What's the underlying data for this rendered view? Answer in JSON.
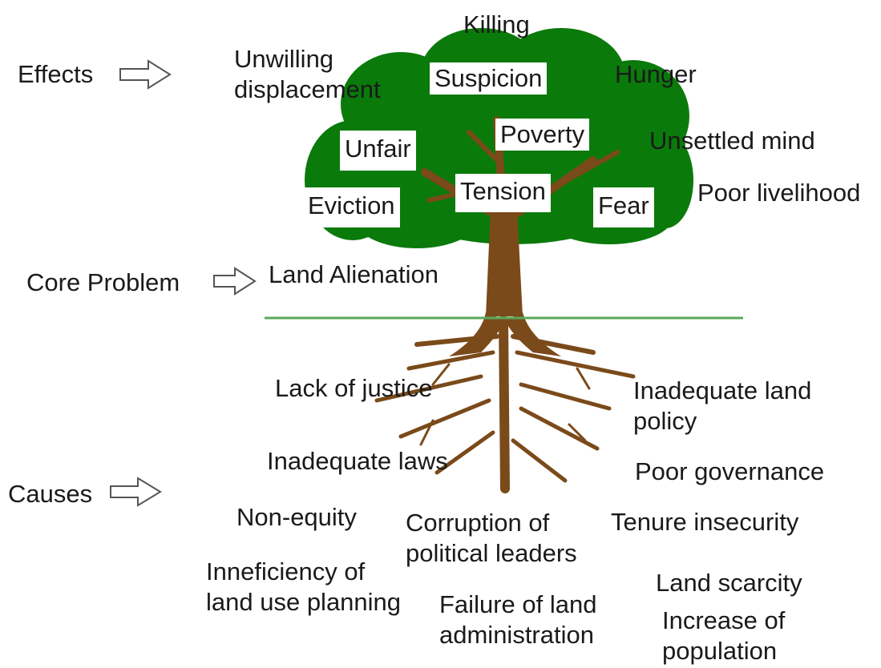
{
  "side_labels": {
    "effects": "Effects",
    "core_problem": "Core Problem",
    "causes": "Causes"
  },
  "core_problem": "Land Alienation",
  "effects": {
    "killing": "Killing",
    "unwilling_displacement": "Unwilling\ndisplacement",
    "suspicion": "Suspicion",
    "hunger": "Hunger",
    "poverty": "Poverty",
    "unfair": "Unfair",
    "unsettled_mind": "Unsettled mind",
    "tension": "Tension",
    "eviction": "Eviction",
    "fear": "Fear",
    "poor_livelihood": "Poor livelihood"
  },
  "causes": {
    "lack_of_justice": "Lack of justice",
    "inadequate_land_policy": "Inadequate land\npolicy",
    "inadequate_laws": "Inadequate laws",
    "poor_governance": "Poor governance",
    "non_equity": "Non-equity",
    "corruption": "Corruption of\npolitical leaders",
    "tenure_insecurity": "Tenure insecurity",
    "inefficiency": "Inneficiency of\nland use planning",
    "land_scarcity": "Land scarcity",
    "failure_land_admin": "Failure of land\nadministration",
    "population_increase": "Increase of\npopulation"
  },
  "colors": {
    "canopy": "#0a7a0a",
    "trunk": "#7a4a1a",
    "ground_line": "#5aa85a",
    "arrow": "#555555"
  }
}
